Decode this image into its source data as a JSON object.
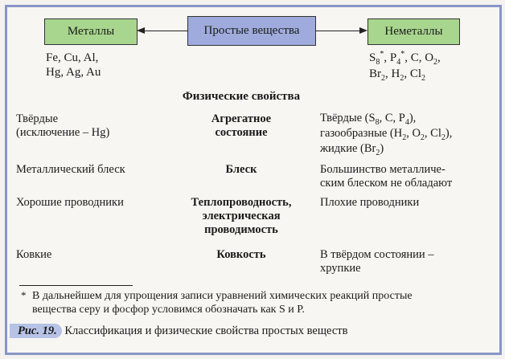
{
  "diagram": {
    "center": "Простые вещества",
    "left": "Металлы",
    "right": "Неметаллы",
    "metals_examples": [
      "Fe, Cu, Al,",
      "Hg, Ag, Au"
    ],
    "nonmetals_examples_line1": [
      "S",
      "8",
      "*",
      ", P",
      "4",
      "*",
      ", C, O",
      "2",
      ","
    ],
    "nonmetals_examples_line2": [
      "Br",
      "2",
      ", H",
      "2",
      ", Cl",
      "2"
    ]
  },
  "table": {
    "title": "Физические свойства",
    "rows": [
      {
        "metals": [
          "Твёрдые",
          "(исключение – Hg)"
        ],
        "property": [
          "Агрегатное",
          "состояние"
        ],
        "nonmetals": [
          "Твёрдые (S",
          "8",
          ", C, P",
          "4",
          "),",
          "газообразные (H",
          "2",
          ", O",
          "2",
          ", Cl",
          "2",
          "),",
          "жидкие (Br",
          "2",
          ")"
        ]
      },
      {
        "metals": [
          "Металлический блеск"
        ],
        "property": [
          "Блеск"
        ],
        "nonmetals": [
          "Большинство металличе-",
          "ским блеском не обладают"
        ]
      },
      {
        "metals": [
          "Хорошие проводники"
        ],
        "property": [
          "Теплопроводность,",
          "электрическая",
          "проводимость"
        ],
        "nonmetals": [
          "Плохие проводники"
        ]
      },
      {
        "metals": [
          "Ковкие"
        ],
        "property": [
          "Ковкость"
        ],
        "nonmetals": [
          "В твёрдом состоянии –",
          "хрупкие"
        ]
      }
    ]
  },
  "footnote": {
    "mark": "*",
    "lines": [
      "В дальнейшем для упрощения записи уравнений химических реакций простые",
      "вещества серу и фосфор условимся обозначать как S и P."
    ]
  },
  "caption": {
    "label": "Рис. 19.",
    "text": "Классификация и физические свойства простых веществ"
  },
  "colors": {
    "frame": "#8796c6",
    "green_box": "#a9d68e",
    "blue_box": "#9eabdc",
    "caption_label_bg": "#b7c3e6"
  }
}
